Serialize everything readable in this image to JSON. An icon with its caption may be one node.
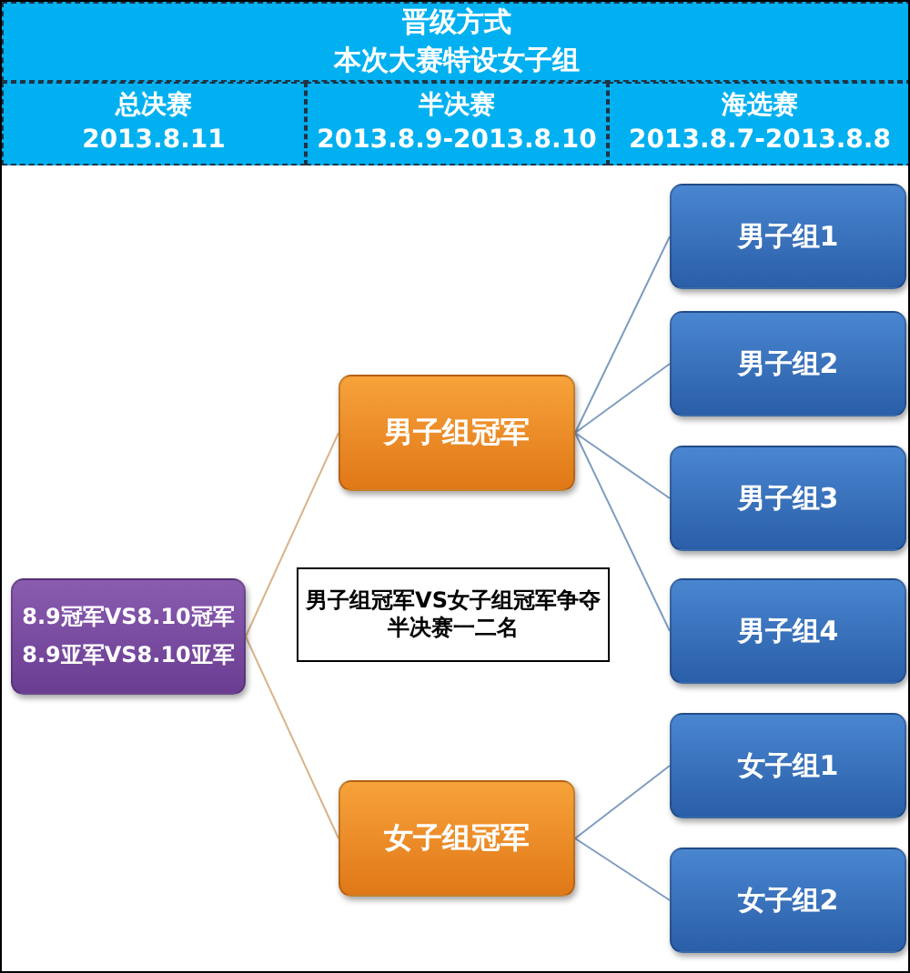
{
  "diagram": {
    "nodes": [
      {
        "text": [
          "晋级方式",
          "本次大赛特设女子组"
        ]
      },
      {
        "text": [
          "总决赛",
          "2013.8.11"
        ]
      },
      {
        "text": [
          "半决赛",
          "2013.8.9-2013.8.10"
        ]
      },
      {
        "text": [
          "海选赛",
          "2013.8.7-2013.8.8"
        ]
      },
      {
        "text": [
          "8.9冠军VS8.10冠军",
          "8.9亚军VS8.10亚军"
        ]
      },
      {
        "text": [
          "男子组冠军"
        ]
      },
      {
        "text": [
          "男子组冠军VS女子组冠军争夺半决赛一二名"
        ]
      },
      {
        "text": [
          "女子组冠军"
        ]
      },
      {
        "text": [
          "男子组1"
        ]
      },
      {
        "text": [
          "男子组2"
        ]
      },
      {
        "text": [
          "男子组3"
        ]
      },
      {
        "text": [
          "男子组4"
        ]
      },
      {
        "text": [
          "女子组1"
        ]
      },
      {
        "text": [
          "女子组2"
        ]
      }
    ],
    "edges": [
      {
        "from": 4,
        "to": 5,
        "arrow": "none",
        "color": "#d9b38c"
      },
      {
        "from": 4,
        "to": 7,
        "arrow": "none",
        "color": "#d9b38c"
      },
      {
        "from": 5,
        "to": 8,
        "arrow": "none"
      },
      {
        "from": 5,
        "to": 9,
        "arrow": "none"
      },
      {
        "from": 5,
        "to": 10,
        "arrow": "none"
      },
      {
        "from": 5,
        "to": 11,
        "arrow": "none"
      },
      {
        "from": 7,
        "to": 12,
        "arrow": "none"
      },
      {
        "from": 7,
        "to": 13,
        "arrow": "none"
      }
    ]
  }
}
